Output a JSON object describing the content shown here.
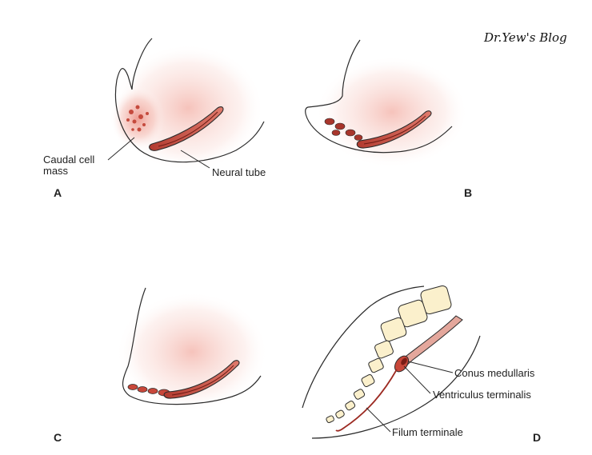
{
  "watermark": "Dr.Yew's Blog",
  "panels": [
    {
      "letter": "A",
      "labels": [
        "Caudal cell",
        "mass",
        "Neural tube"
      ]
    },
    {
      "letter": "B",
      "labels": []
    },
    {
      "letter": "C",
      "labels": []
    },
    {
      "letter": "D",
      "labels": [
        "Conus medullaris",
        "Ventriculus terminalis",
        "Filum terminale"
      ]
    }
  ],
  "colors": {
    "tissue_pink": "#f6c4bd",
    "lumen_red": "#c8473a",
    "dark_red": "#9c2a22",
    "outline": "#2b2b2b",
    "vertebra_fill": "#fbf0cc"
  }
}
